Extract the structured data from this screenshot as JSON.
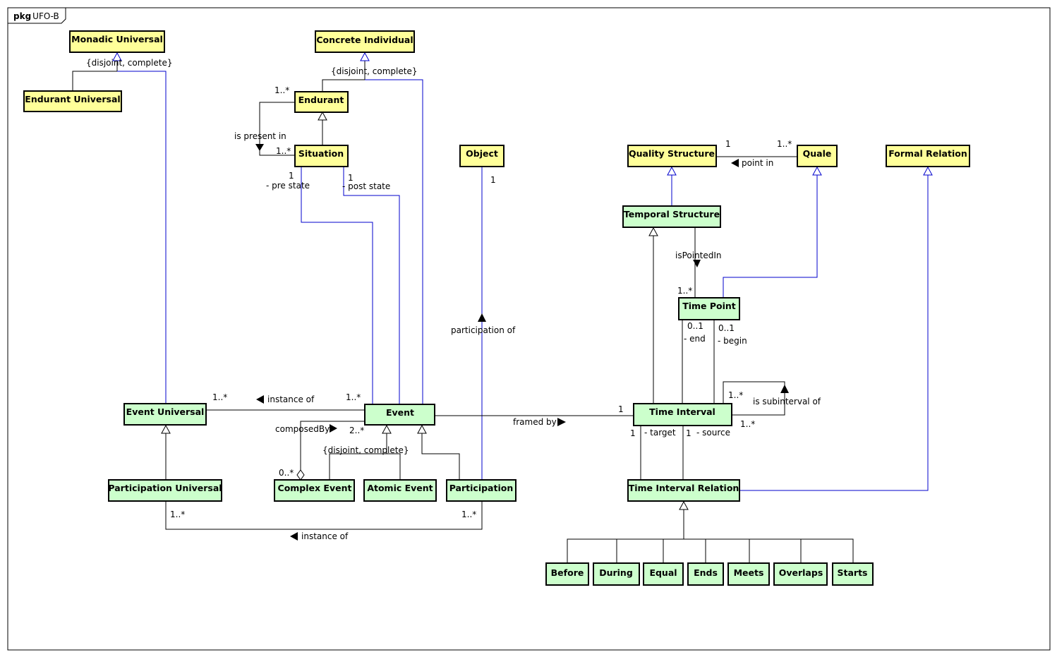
{
  "package": {
    "keyword": "pkg",
    "name": "UFO-B"
  },
  "colors": {
    "yellow": "#ffff99",
    "green": "#ccffcc",
    "blue_line": "#0000cc",
    "black": "#000000"
  },
  "classes": {
    "monadic_universal": "Monadic Universal",
    "concrete_individual": "Concrete Individual",
    "endurant_universal": "Endurant Universal",
    "endurant": "Endurant",
    "situation": "Situation",
    "object": "Object",
    "quality_structure": "Quality Structure",
    "quale": "Quale",
    "formal_relation": "Formal Relation",
    "temporal_structure": "Temporal Structure",
    "time_point": "Time Point",
    "event_universal": "Event Universal",
    "event": "Event",
    "time_interval": "Time Interval",
    "participation_universal": "Participation Universal",
    "complex_event": "Complex Event",
    "atomic_event": "Atomic Event",
    "participation": "Participation",
    "time_interval_relation": "Time Interval Relation",
    "before": "Before",
    "during": "During",
    "equal": "Equal",
    "ends": "Ends",
    "meets": "Meets",
    "overlaps": "Overlaps",
    "starts": "Starts"
  },
  "labels": {
    "disjoint_complete_1": "{disjoint, complete}",
    "disjoint_complete_2": "{disjoint, complete}",
    "disjoint_complete_3": "{disjoint, complete}",
    "is_present_in": "is present in",
    "mult_endurant": "1..*",
    "mult_situation": "1..*",
    "pre_state_mult": "1",
    "pre_state": "- pre state",
    "post_state_mult": "1",
    "post_state": "- post state",
    "object_mult": "1",
    "participation_of": "participation of",
    "qs_mult": "1",
    "quale_mult": "1..*",
    "point_in": "point in",
    "is_pointed_in": "isPointedIn",
    "tp_mult": "1..*",
    "end_mult": "0..1",
    "end_role": "- end",
    "begin_mult": "0..1",
    "begin_role": "- begin",
    "eu_mult": "1..*",
    "instance_of_1": "instance of",
    "event_mult": "1..*",
    "framed_by": "framed by",
    "ti_mult": "1",
    "sub_mult_1": "1..*",
    "is_subinterval_of": "is subinterval of",
    "sub_mult_2": "1..*",
    "composed_by": "composedBy",
    "composed_mult_2": "2..*",
    "composed_mult_0": "0..*",
    "target_mult": "1",
    "target_role": "- target",
    "source_mult": "1",
    "source_role": "- source",
    "pu_mult": "1..*",
    "part_mult": "1..*",
    "instance_of_2": "instance of"
  }
}
